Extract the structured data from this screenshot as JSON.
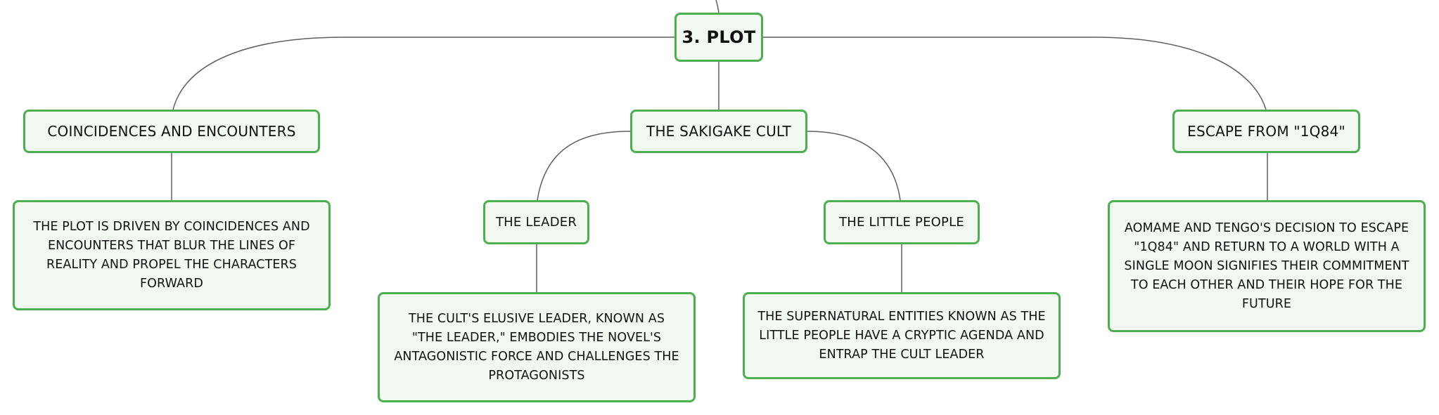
{
  "diagram": {
    "root": {
      "label": "3. PLOT"
    },
    "branches": [
      {
        "label": "COINCIDENCES AND ENCOUNTERS",
        "description": "THE PLOT IS DRIVEN BY COINCIDENCES AND ENCOUNTERS THAT BLUR THE LINES OF REALITY AND PROPEL THE CHARACTERS FORWARD"
      },
      {
        "label": "THE SAKIGAKE CULT",
        "children": [
          {
            "label": "THE LEADER",
            "description": "THE CULT'S ELUSIVE LEADER, KNOWN AS \"THE LEADER,\" EMBODIES THE NOVEL'S ANTAGONISTIC FORCE AND CHALLENGES THE PROTAGONISTS"
          },
          {
            "label": "THE LITTLE PEOPLE",
            "description": "THE SUPERNATURAL ENTITIES KNOWN AS THE LITTLE PEOPLE HAVE A CRYPTIC AGENDA AND ENTRAP THE CULT LEADER"
          }
        ]
      },
      {
        "label": "ESCAPE FROM \"1Q84\"",
        "description": "AOMAME AND TENGO'S DECISION TO ESCAPE \"1Q84\" AND RETURN TO A WORLD WITH A SINGLE MOON SIGNIFIES THEIR COMMITMENT TO EACH OTHER AND THEIR HOPE FOR THE FUTURE"
      }
    ]
  },
  "colors": {
    "node_border": "#4caf50",
    "node_fill": "#f1f9f1",
    "connector": "#5f5f5f",
    "text": "#111111"
  }
}
